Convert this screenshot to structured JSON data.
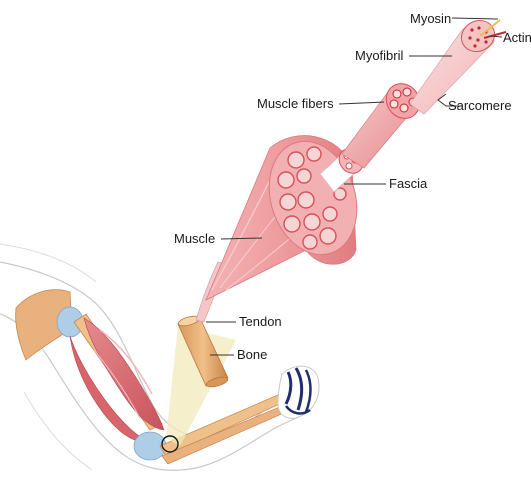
{
  "labels": {
    "myosin": "Myosin",
    "actin": "Actin",
    "myofibril": "Myofibril",
    "sarcomere": "Sarcomere",
    "muscle_fibers": "Muscle fibers",
    "fascia": "Fascia",
    "muscle": "Muscle",
    "tendon": "Tendon",
    "bone": "Bone"
  },
  "colors": {
    "muscle_light": "#f6c4c4",
    "muscle_mid": "#ea8f91",
    "muscle_dark": "#c94c55",
    "fiber_red": "#d9505a",
    "bone": "#e8b27a",
    "bone_dark": "#c98a4e",
    "joint_blue": "#aecde6",
    "lens": "#f2eab9",
    "outline": "#cfcfcf",
    "fist_blue": "#1f2f6e",
    "actin_red": "#c0282f",
    "myosin_gold": "#e3c14a"
  }
}
